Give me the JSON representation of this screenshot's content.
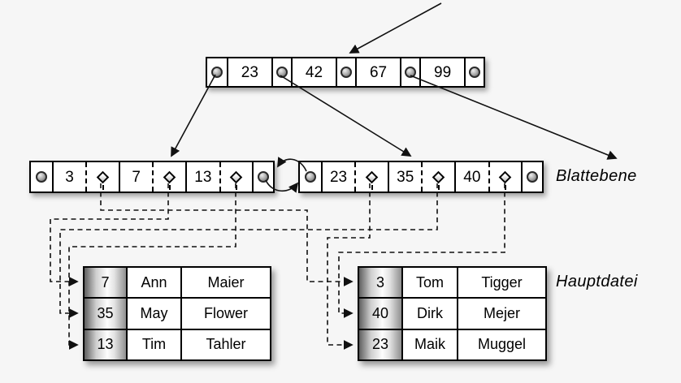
{
  "root_node": {
    "keys": [
      "23",
      "42",
      "67",
      "99"
    ]
  },
  "leaf_level": {
    "label": "Blattebene",
    "left_leaf": {
      "keys": [
        "3",
        "7",
        "13"
      ]
    },
    "right_leaf": {
      "keys": [
        "23",
        "35",
        "40"
      ]
    }
  },
  "main_file": {
    "label": "Hauptdatei",
    "left_table": {
      "rows": [
        {
          "key": "7",
          "first_name": "Ann",
          "last_name": "Maier"
        },
        {
          "key": "35",
          "first_name": "May",
          "last_name": "Flower"
        },
        {
          "key": "13",
          "first_name": "Tim",
          "last_name": "Tahler"
        }
      ]
    },
    "right_table": {
      "rows": [
        {
          "key": "3",
          "first_name": "Tom",
          "last_name": "Tigger"
        },
        {
          "key": "40",
          "first_name": "Dirk",
          "last_name": "Mejer"
        },
        {
          "key": "23",
          "first_name": "Maik",
          "last_name": "Muggel"
        }
      ]
    }
  },
  "icons": {
    "pointer_ball": "pointer-ball-icon",
    "record_reference": "diamond-icon"
  },
  "colors": {
    "background": "#f6f6f6",
    "cell_background": "#ffffff",
    "line": "#111111",
    "key_column_dark": "#5f5f5f",
    "key_column_light": "#fdfdfd"
  }
}
